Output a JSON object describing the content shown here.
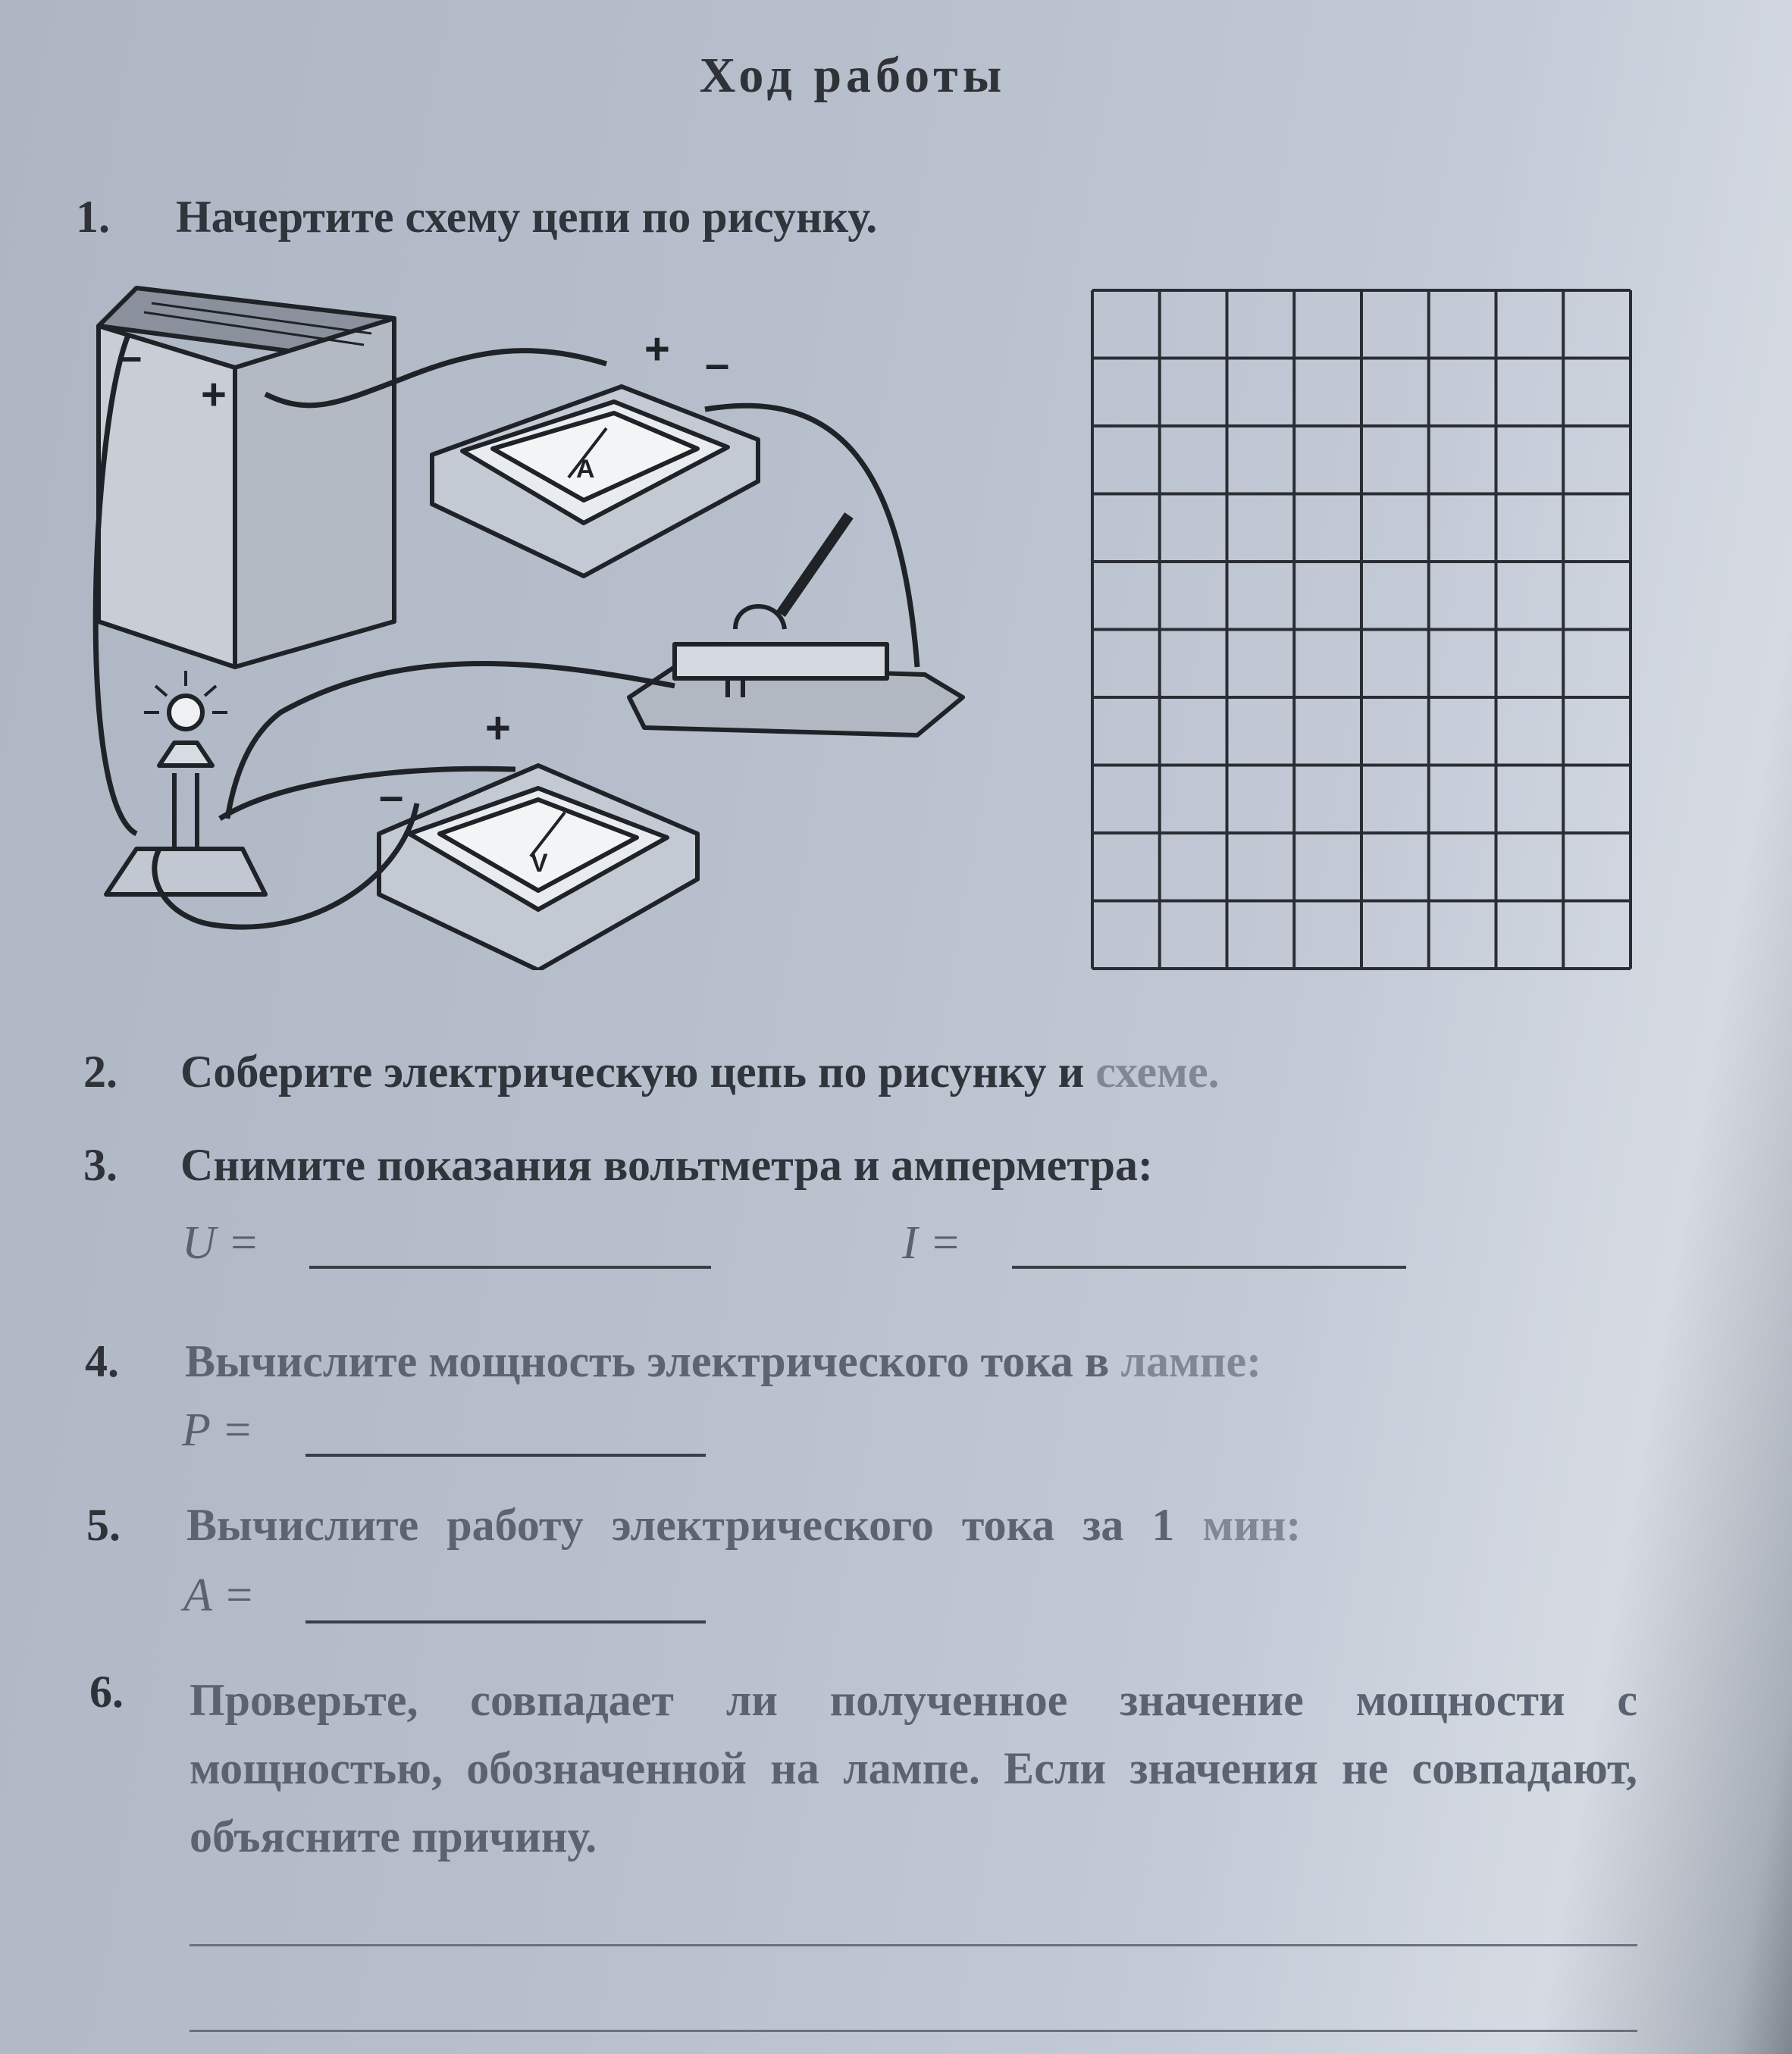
{
  "title": "Ход работы",
  "tasks": [
    {
      "num": "1.",
      "text": "Начертите схему цепи по рисунку."
    },
    {
      "num": "2.",
      "text": "Соберите электрическую цепь по рисунку и",
      "text_tail": "схеме."
    },
    {
      "num": "3.",
      "text": "Снимите показания вольтметра и амперметра:"
    },
    {
      "num": "4.",
      "text": "Вычислите мощность электрического тока в",
      "text_tail": "лампе:"
    },
    {
      "num": "5.",
      "text": "Вычислите работу электрического тока за 1",
      "text_tail": "мин:"
    },
    {
      "num": "6.",
      "text": "Проверьте, совпадает ли полученное значение мощности с мощностью, обозначенной на лампе. Если значения не совпадают, объясните причину."
    }
  ],
  "formulas": {
    "U": "U =",
    "I": "I =",
    "P": "P =",
    "A": "A ="
  },
  "figure_labels": {
    "plus": "+",
    "minus": "–",
    "ammeter_letter": "A",
    "voltmeter_letter": "V"
  },
  "grid": {
    "columns": 8,
    "rows": 10
  }
}
